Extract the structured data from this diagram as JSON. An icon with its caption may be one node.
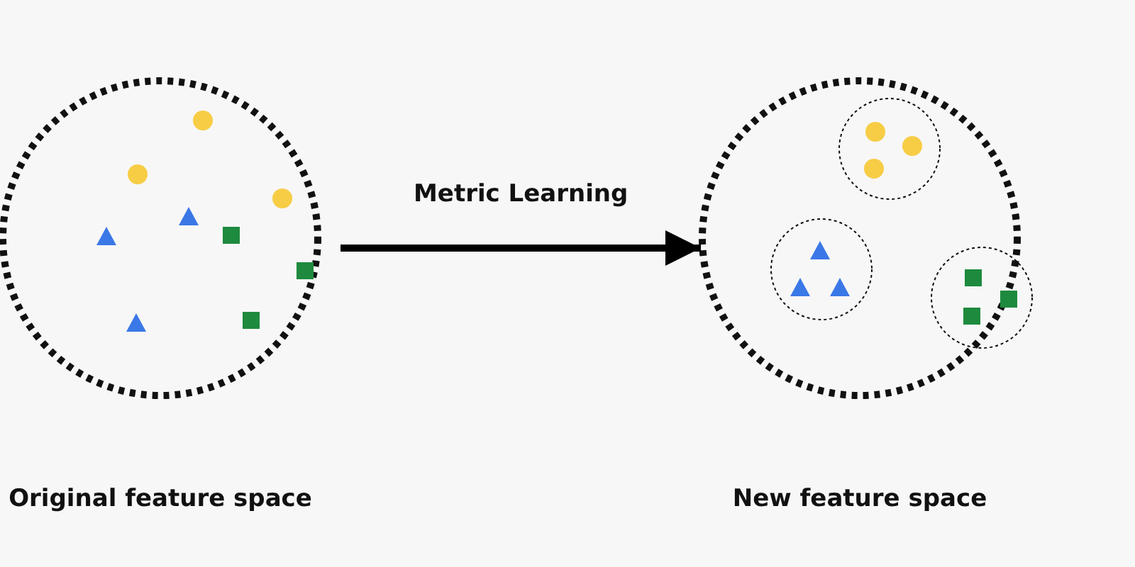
{
  "diagram": {
    "nodes": [
      {
        "text": [
          "Original feature space"
        ]
      },
      {
        "text": [
          "New feature space"
        ]
      },
      {
        "text": [],
        "shape": "circle",
        "in": 1
      },
      {
        "text": [],
        "shape": "circle",
        "in": 1
      },
      {
        "text": [],
        "shape": "circle",
        "in": 1
      }
    ],
    "edges": [
      {
        "from": 0,
        "to": 1,
        "arrow": "to",
        "label": "Metric Learning"
      }
    ]
  }
}
